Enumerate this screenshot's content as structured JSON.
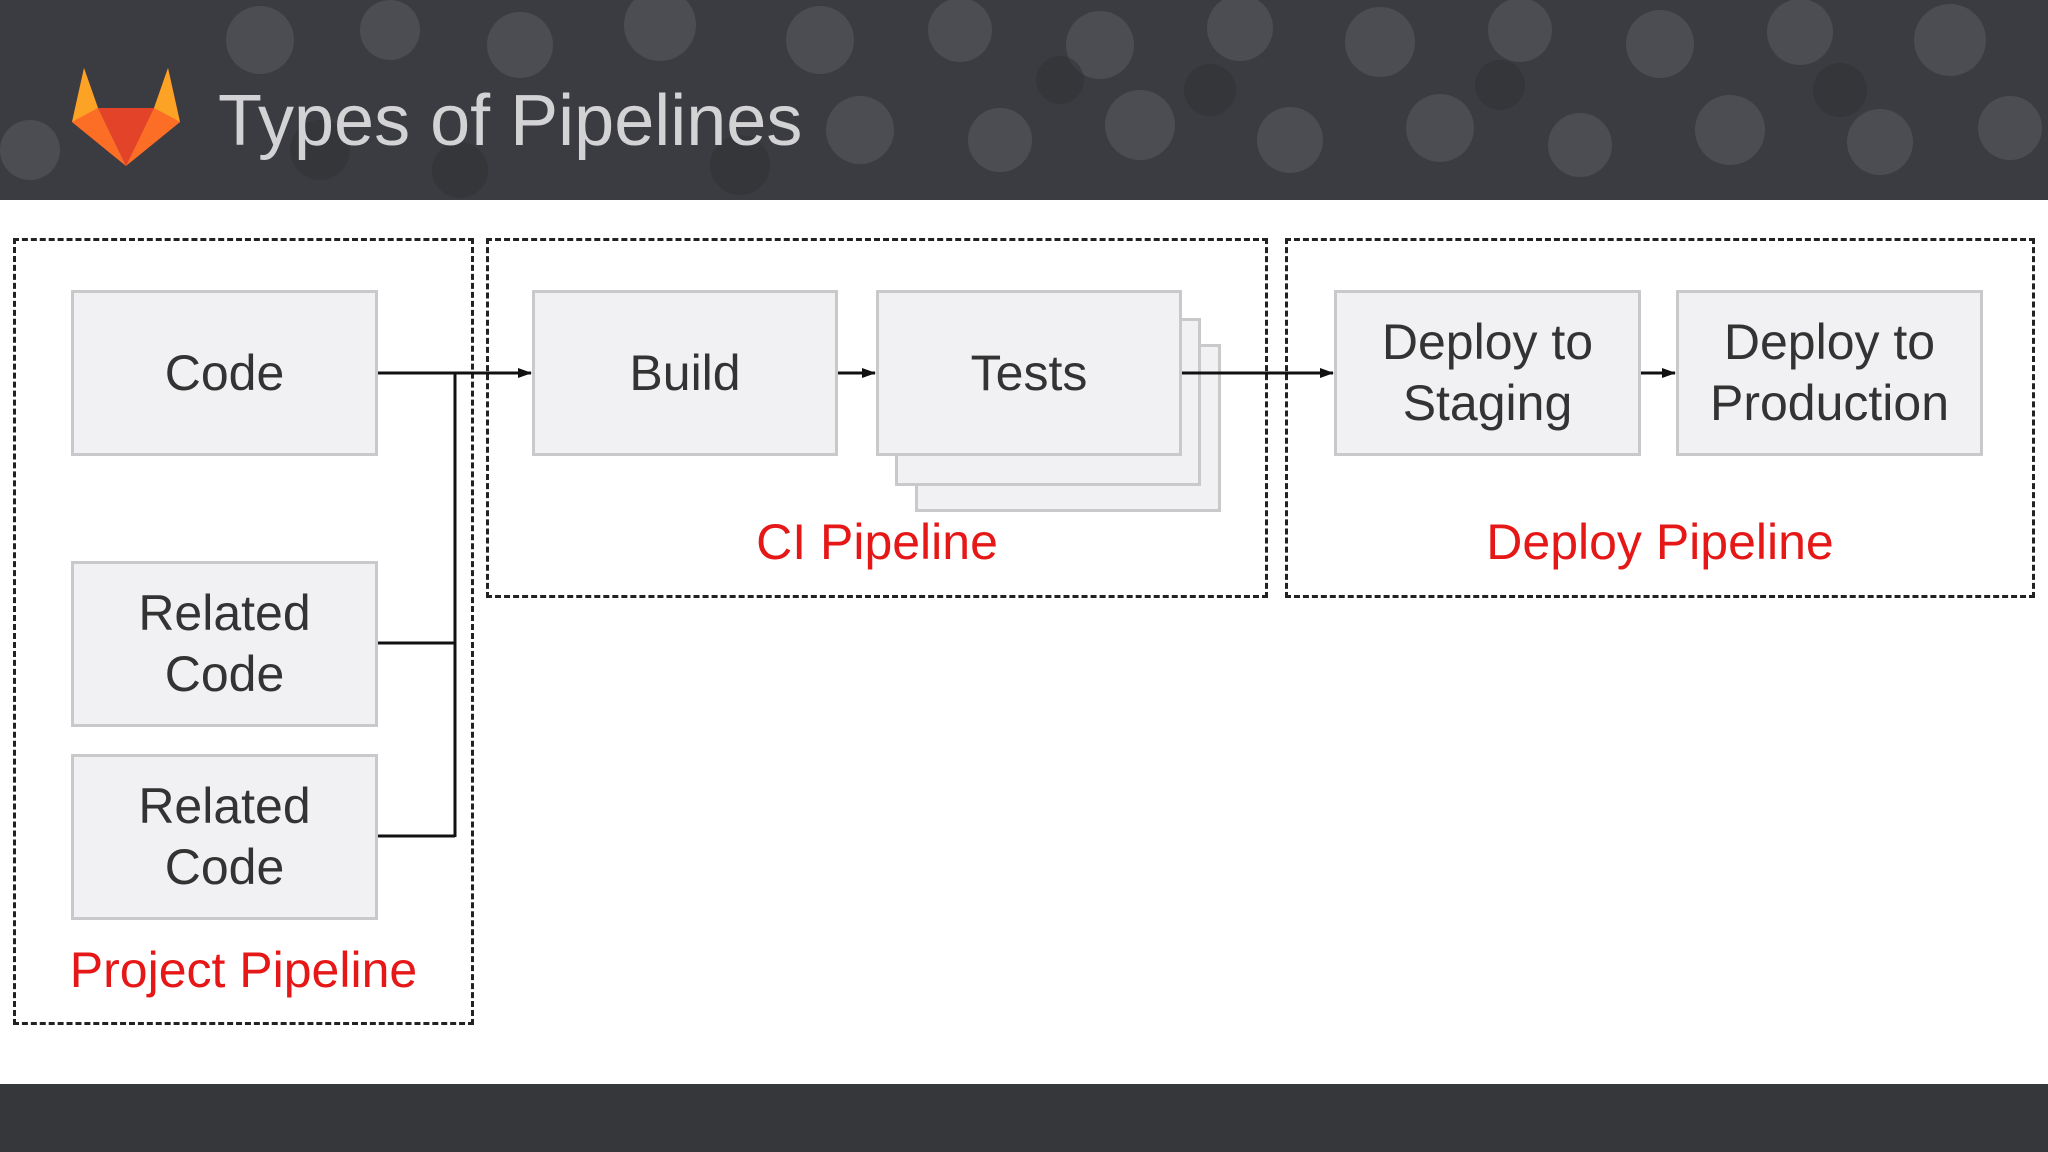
{
  "slide": {
    "title": "Types of Pipelines",
    "logo_icon": "gitlab-fox-icon"
  },
  "boxes": {
    "code": "Code",
    "related_code_1": "Related\nCode",
    "related_code_2": "Related\nCode",
    "build": "Build",
    "tests": "Tests",
    "deploy_staging": "Deploy to\nStaging",
    "deploy_production": "Deploy to\nProduction"
  },
  "groups": {
    "project": "Project Pipeline",
    "ci": "CI Pipeline",
    "deploy": "Deploy Pipeline"
  },
  "colors": {
    "label": "#e51717",
    "box_fill": "#f1f1f3",
    "box_border": "#c9c9cb",
    "header_bg": "#3a3b40",
    "title_text": "#d3d3d6"
  }
}
